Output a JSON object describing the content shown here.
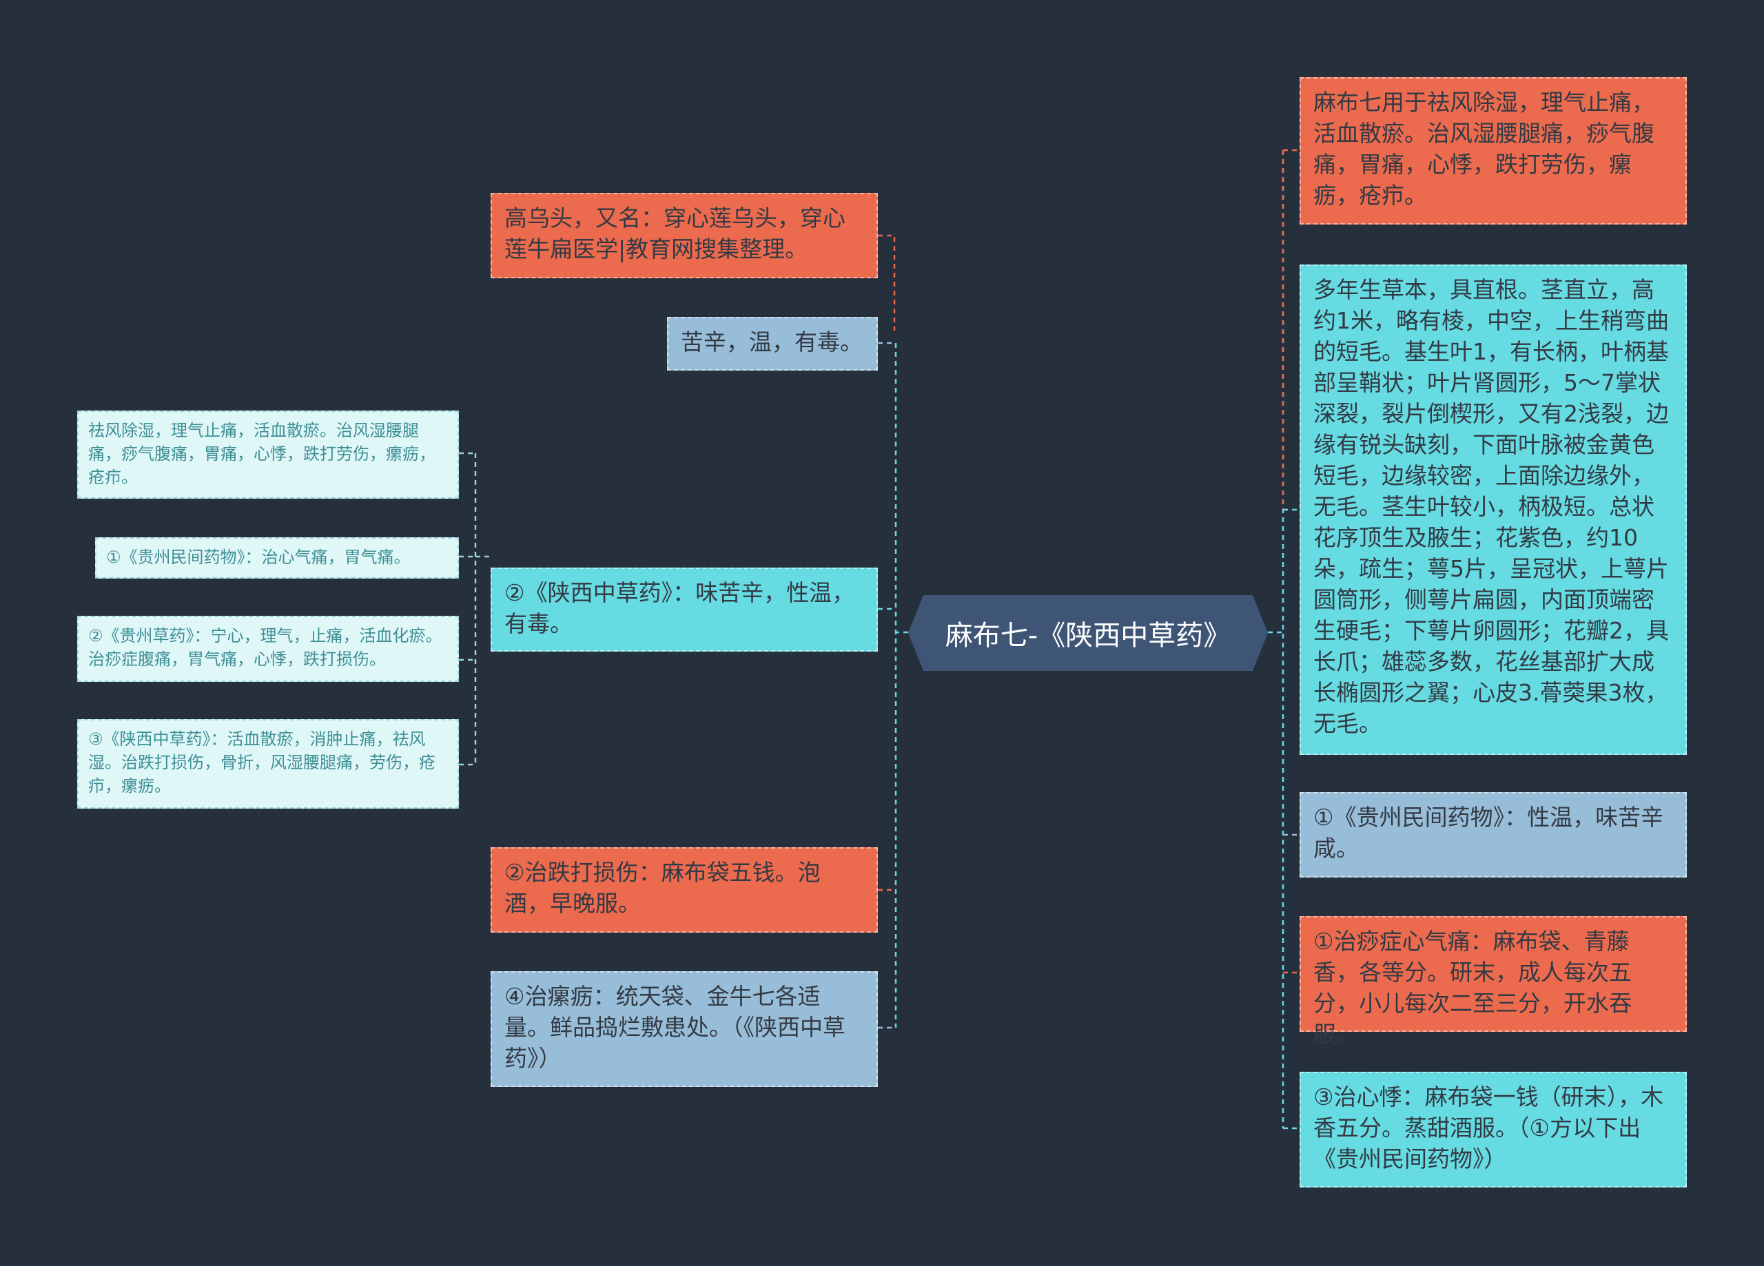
{
  "center": {
    "label": "麻布七-《陕西中草药》"
  },
  "left_nodes": [
    {
      "text": "高乌头，又名：穿心莲乌头，穿心莲牛扁医学|教育网搜集整理。"
    },
    {
      "text": "苦辛，温，有毒。"
    },
    {
      "text": "②《陕西中草药》：味苦辛，性温，有毒。"
    },
    {
      "text": "②治跌打损伤：麻布袋五钱。泡酒，早晚服。"
    },
    {
      "text": "④治瘰疬：统天袋、金牛七各适量。鲜品捣烂敷患处。（《陕西中草药》）"
    }
  ],
  "sub_nodes": [
    {
      "text": "祛风除湿，理气止痛，活血散瘀。治风湿腰腿痛，痧气腹痛，胃痛，心悸，跌打劳伤，瘰疬，疮疖。"
    },
    {
      "text": "①《贵州民间药物》：治心气痛，胃气痛。"
    },
    {
      "text": "②《贵州草药》：宁心，理气，止痛，活血化瘀。治痧症腹痛，胃气痛，心悸，跌打损伤。"
    },
    {
      "text": "③《陕西中草药》：活血散瘀，消肿止痛，祛风湿。治跌打损伤，骨折，风湿腰腿痛，劳伤，疮疖，瘰疬。"
    }
  ],
  "right_nodes": [
    {
      "text": "麻布七用于祛风除湿，理气止痛，活血散瘀。治风湿腰腿痛，痧气腹痛，胃痛，心悸，跌打劳伤，瘰疬，疮疖。"
    },
    {
      "text": "多年生草本，具直根。茎直立，高约1米，略有棱，中空，上生稍弯曲的短毛。基生叶1，有长柄，叶柄基部呈鞘状；叶片肾圆形，5～7掌状深裂，裂片倒楔形，又有2浅裂，边缘有锐头缺刻，下面叶脉被金黄色短毛，边缘较密，上面除边缘外，无毛。茎生叶较小，柄极短。总状花序顶生及腋生；花紫色，约10朵，疏生；萼5片，呈冠状，上萼片圆筒形，侧萼片扁圆，内面顶端密生硬毛；下萼片卵圆形；花瓣2，具长爪；雄蕊多数，花丝基部扩大成长椭圆形之翼；心皮3.蓇葖果3枚，无毛。"
    },
    {
      "text": "①《贵州民间药物》：性温，味苦辛咸。"
    },
    {
      "text": "①治痧症心气痛：麻布袋、青藤香，各等分。研末，成人每次五分，小儿每次二至三分，开水吞服。"
    },
    {
      "text": "③治心悸：麻布袋一钱（研末），木香五分。蒸甜酒服。（①方以下出《贵州民间药物》）"
    }
  ],
  "colors": {
    "background": "#262f3c",
    "center": "#3e5576",
    "orange": "#ec6a4e",
    "cyan": "#66dbe2",
    "blue": "#98bdd8",
    "pale": "#e0f7f8"
  }
}
